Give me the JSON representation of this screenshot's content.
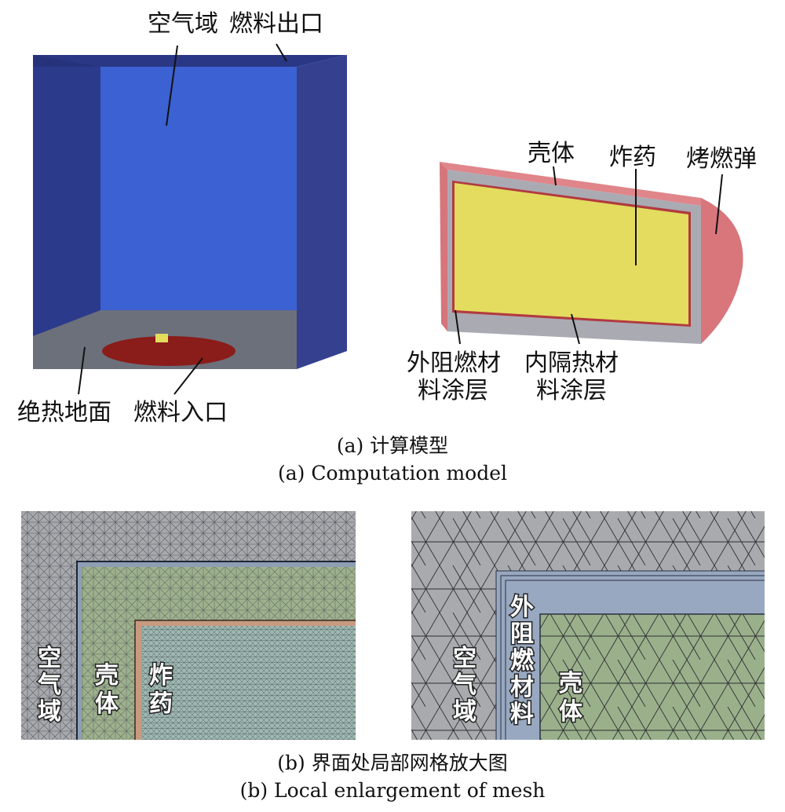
{
  "top_left": {
    "label_air": "空气域",
    "label_outlet": "燃料出口",
    "label_ground": "绝热地面",
    "label_inlet": "燃料入口"
  },
  "top_right": {
    "label_shell": "壳体",
    "label_explosive": "炸药",
    "label_bomb": "烤燃弹",
    "label_outer_line1": "外阻燃材",
    "label_outer_line2": "料涂层",
    "label_inner_line1": "内隔热材",
    "label_inner_line2": "料涂层"
  },
  "caption_a": {
    "zh": "(a) 计算模型",
    "en": "(a) Computation model"
  },
  "mesh_left": {
    "air_1": "空",
    "air_2": "气",
    "air_3": "域",
    "shell_1": "壳",
    "shell_2": "体",
    "exp_1": "炸",
    "exp_2": "药"
  },
  "mesh_right": {
    "air_1": "空",
    "air_2": "气",
    "air_3": "域",
    "outer_1": "外",
    "outer_2": "阻",
    "outer_3": "燃",
    "outer_4": "材",
    "outer_5": "料",
    "shell_1": "壳",
    "shell_2": "体"
  },
  "caption_b": {
    "zh": "(b) 界面处局部网格放大图",
    "en": "(b) Local enlargement of mesh"
  },
  "colors": {
    "air_domain": "#2e3f8f",
    "inner_wall": "#3b5fd0",
    "ground": "#6b6f7a",
    "inlet": "#8b1a1a",
    "shell": "#a9a9b2",
    "explosive": "#e2dc5c",
    "coating_red": "#de7a80",
    "mesh_gray": "#a7a9ad",
    "mesh_green": "#9bb08a",
    "mesh_blue": "#97a7bf"
  }
}
